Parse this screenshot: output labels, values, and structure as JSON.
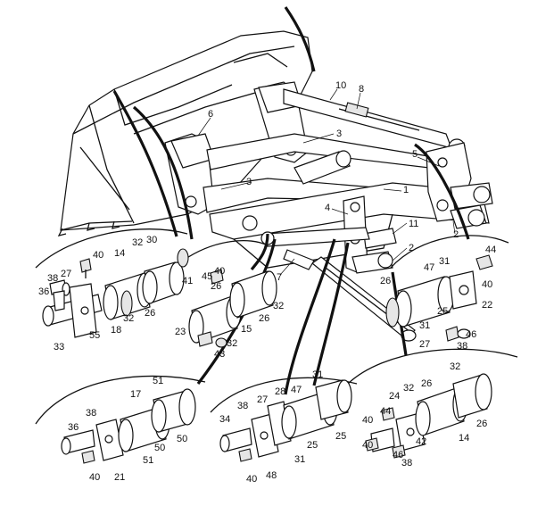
{
  "callouts": {
    "main": [
      "10",
      "8",
      "6",
      "3",
      "3",
      "5",
      "1",
      "4",
      "11",
      "2",
      "2",
      "7"
    ],
    "detail_a": [
      "40",
      "38",
      "27",
      "36",
      "14",
      "32",
      "30",
      "26",
      "32",
      "33",
      "55",
      "18"
    ],
    "detail_b": [
      "45",
      "40",
      "26",
      "41",
      "32",
      "15",
      "26",
      "23",
      "32",
      "43"
    ],
    "detail_c": [
      "44",
      "47",
      "31",
      "40",
      "26",
      "25",
      "22",
      "31",
      "46",
      "27",
      "38"
    ],
    "detail_d": [
      "51",
      "17",
      "38",
      "36",
      "50",
      "50",
      "51",
      "40",
      "21"
    ],
    "detail_e": [
      "31",
      "28",
      "47",
      "27",
      "38",
      "34",
      "25",
      "25",
      "48",
      "40",
      "31"
    ],
    "detail_f": [
      "32",
      "26",
      "24",
      "32",
      "40",
      "44",
      "26",
      "42",
      "14",
      "46",
      "40",
      "38"
    ]
  }
}
